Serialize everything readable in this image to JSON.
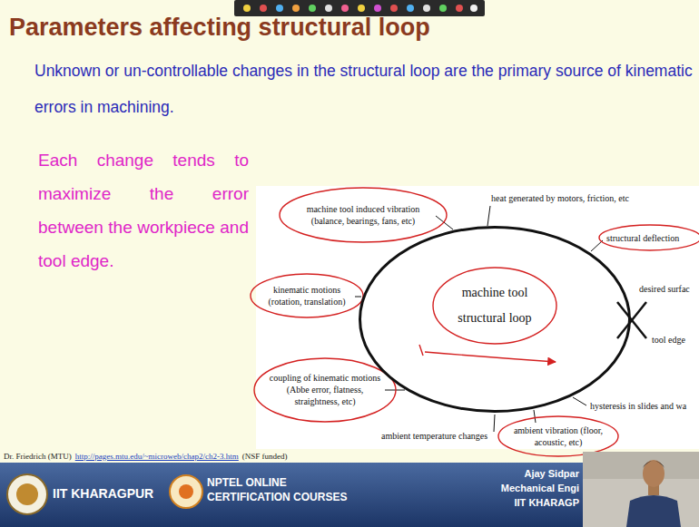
{
  "diagram": {
    "title": "Parameters affecting structural loop",
    "nodes": [
      {
        "text": [
          "machine tool structural loop"
        ]
      }
    ],
    "labels": [
      "Unknown or un-controllable changes in the structural loop are the primary source of kinematic errors in machining.",
      "Each change tends to maximize the error between the workpiece and tool edge.",
      "machine tool induced vibration (balance, bearings, fans, etc)",
      "heat generated by motors, friction, etc",
      "structural deflection",
      "kinematic motions (rotation, translation)",
      "desired surfac",
      "tool edge",
      "coupling of kinematic motions (Abbe error, flatness, straightness, etc)",
      "hysteresis in slides and wa",
      "ambient temperature changes",
      "ambient vibration (floor, acoustic, etc)",
      "Dr. Friedrich (MTU)",
      "http://pages.mtu.edu/~microweb/chap2/ch2-3.htm",
      "(NSF funded)",
      "IIT KHARAGPUR",
      "NPTEL ONLINE CERTIFICATION COURSES",
      "Ajay Sidpar",
      "Mechanical Engi",
      "IIT KHARAGP"
    ]
  }
}
